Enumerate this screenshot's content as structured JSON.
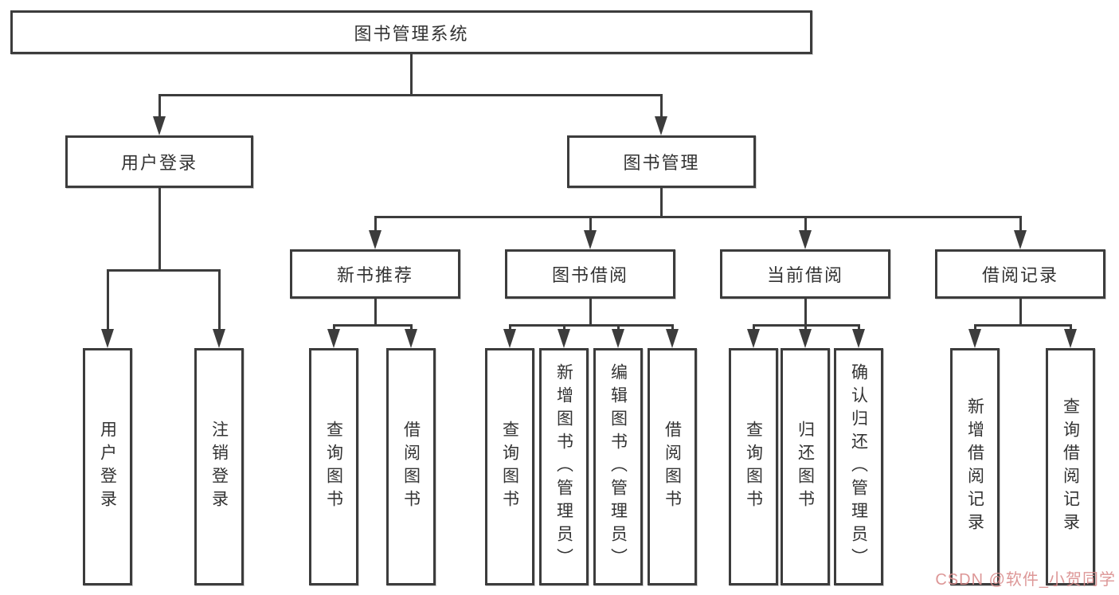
{
  "diagram_title": "图书管理系统",
  "colors": {
    "line": "#3c3c3c",
    "text": "#333333",
    "background": "#ffffff",
    "watermark": "#d98c8c"
  },
  "tree": {
    "label": "图书管理系统",
    "children": [
      {
        "label": "用户登录",
        "children": [
          {
            "label": "用户登录"
          },
          {
            "label": "注销登录"
          }
        ]
      },
      {
        "label": "图书管理",
        "children": [
          {
            "label": "新书推荐",
            "children": [
              {
                "label": "查询图书"
              },
              {
                "label": "借阅图书"
              }
            ]
          },
          {
            "label": "图书借阅",
            "children": [
              {
                "label": "查询图书"
              },
              {
                "label": "新增图书（管理员）"
              },
              {
                "label": "编辑图书（管理员）"
              },
              {
                "label": "借阅图书"
              }
            ]
          },
          {
            "label": "当前借阅",
            "children": [
              {
                "label": "查询图书"
              },
              {
                "label": "归还图书"
              },
              {
                "label": "确认归还（管理员）"
              }
            ]
          },
          {
            "label": "借阅记录",
            "children": [
              {
                "label": "新增借阅记录"
              },
              {
                "label": "查询借阅记录"
              }
            ]
          }
        ]
      }
    ]
  },
  "watermark": {
    "text": "CSDN @软件_小贺同学"
  }
}
